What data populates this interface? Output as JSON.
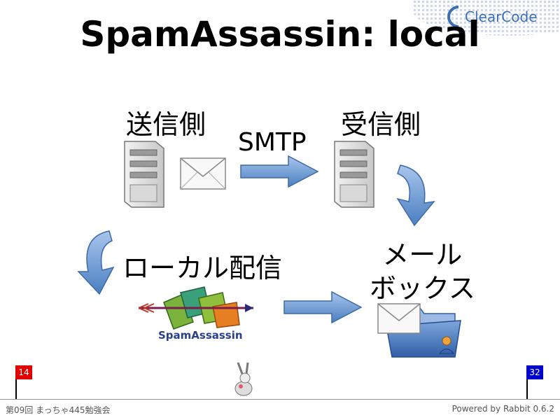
{
  "slide": {
    "title": "SpamAssassin: local",
    "logo_text": "ClearCode",
    "labels": {
      "sender": "送信側",
      "receiver": "受信側",
      "smtp": "SMTP",
      "local_delivery": "ローカル配信",
      "mailbox_line1": "メール",
      "mailbox_line2": "ボックス"
    },
    "spamassassin_logo_text": "SpamAssassin"
  },
  "progress": {
    "current_page": "14",
    "total_pages": "32"
  },
  "footer": {
    "left": "第09回 まっちゃ445勉強会",
    "right": "Powered by Rabbit 0.6.2"
  },
  "colors": {
    "arrow_blue": "#4a7fc0",
    "flag_current": "#e00000",
    "flag_total": "#0000cc",
    "logo_blue": "#3b6fb5"
  }
}
